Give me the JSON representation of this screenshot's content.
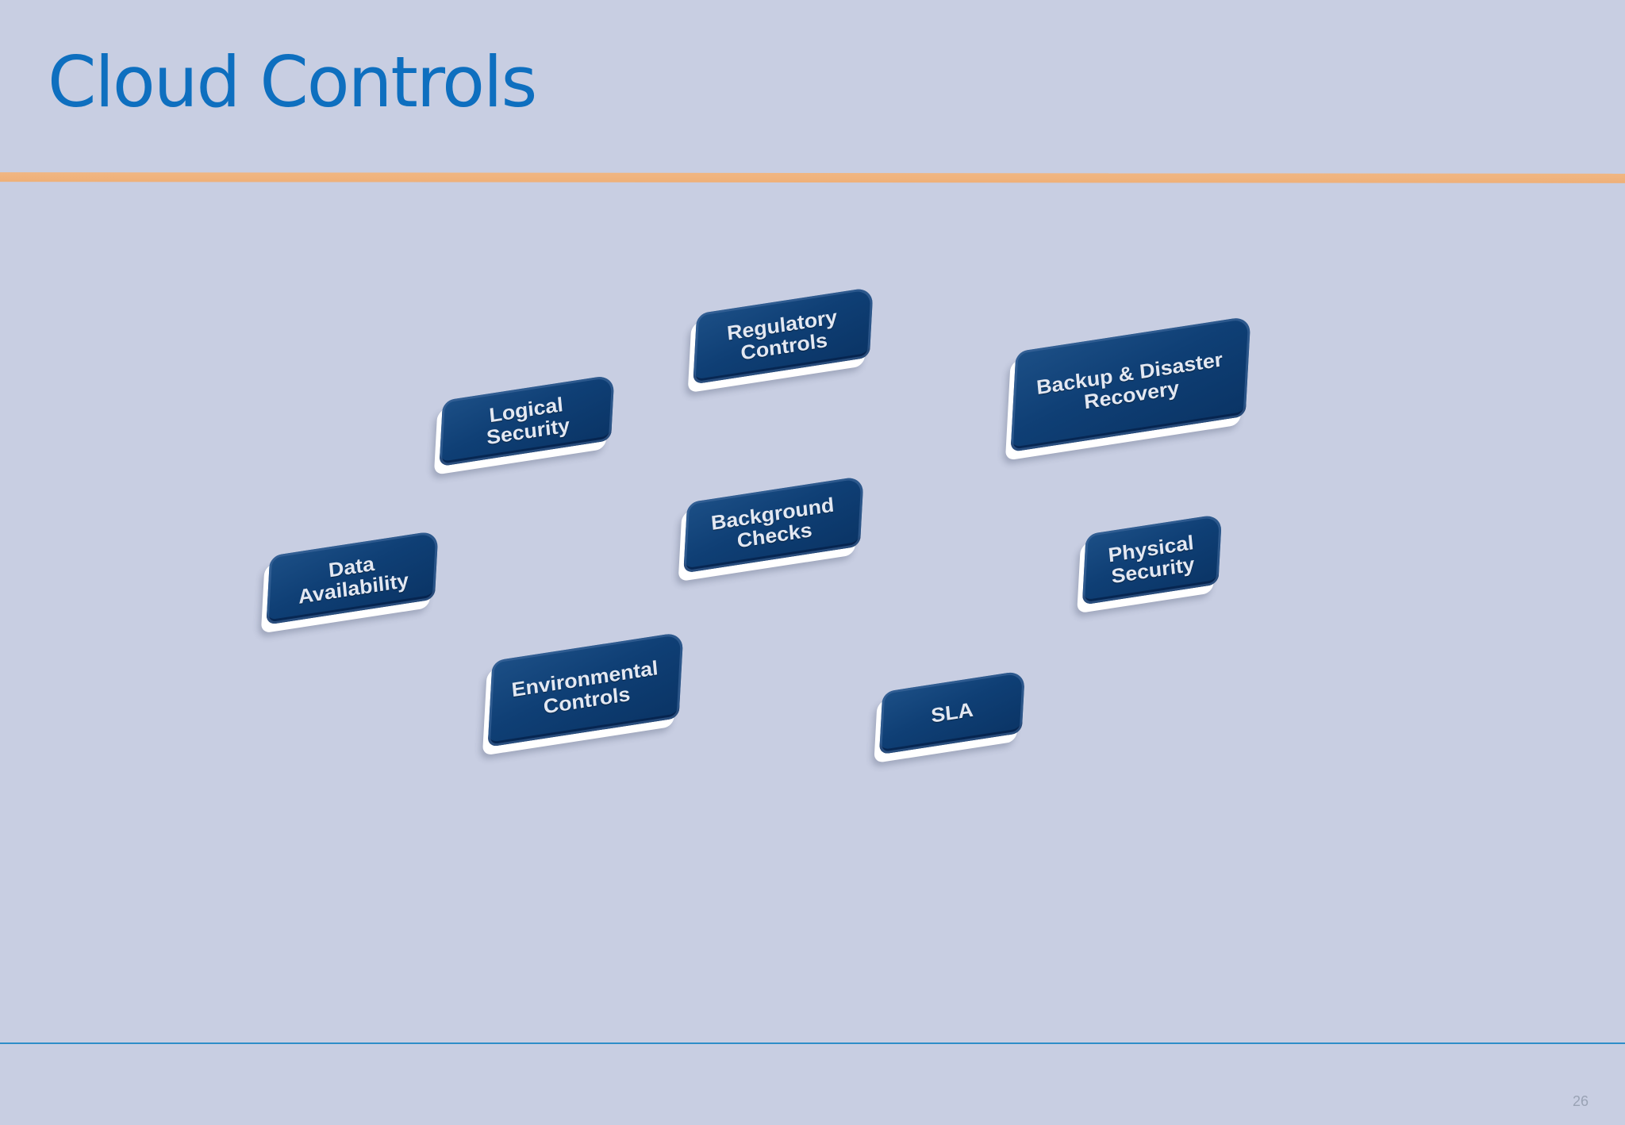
{
  "slide": {
    "title": "Cloud Controls",
    "page_number": "26"
  },
  "diagram": {
    "tiles": [
      {
        "id": "regulatory",
        "label": "Regulatory\nControls"
      },
      {
        "id": "logical",
        "label": "Logical\nSecurity"
      },
      {
        "id": "backup",
        "label": "Backup & Disaster\nRecovery"
      },
      {
        "id": "background",
        "label": "Background\nChecks"
      },
      {
        "id": "data",
        "label": "Data\nAvailability"
      },
      {
        "id": "physical",
        "label": "Physical\nSecurity"
      },
      {
        "id": "environmental",
        "label": "Environmental\nControls"
      },
      {
        "id": "sla",
        "label": "SLA"
      }
    ]
  },
  "colors": {
    "background": "#c8cee2",
    "title": "#0e6fbf",
    "accent_bar": "#f0b682",
    "tile": "#0f3f75",
    "tile_text": "#e3e8f2",
    "bottom_rule": "#2e8ec9"
  }
}
